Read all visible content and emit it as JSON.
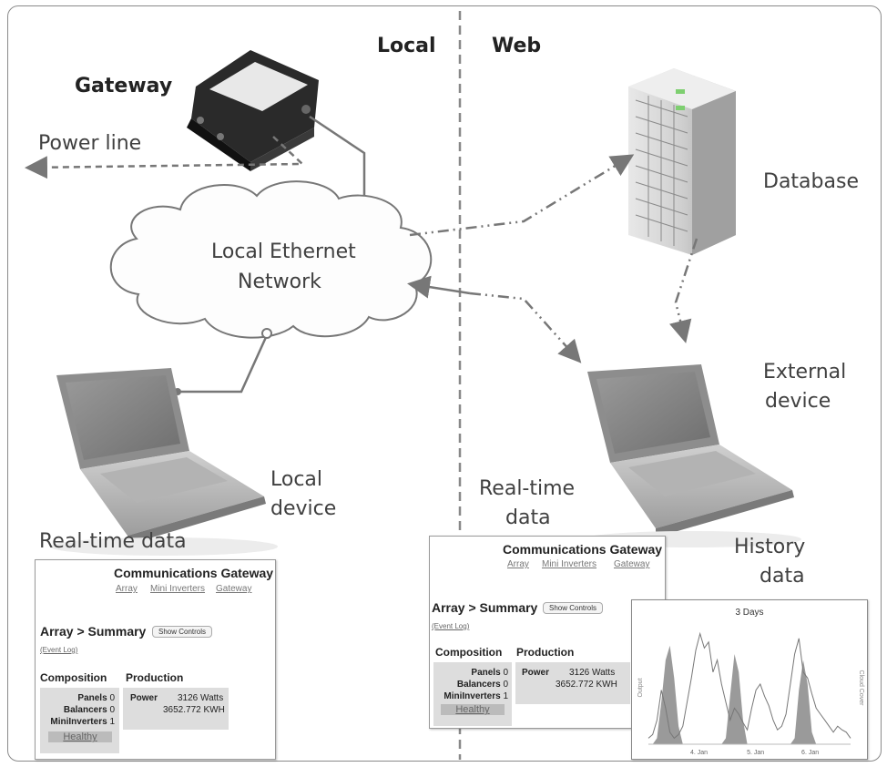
{
  "sections": {
    "local": "Local",
    "web": "Web"
  },
  "labels": {
    "gateway": "Gateway",
    "power_line": "Power line",
    "network_l1": "Local Ethernet",
    "network_l2": "Network",
    "database": "Database",
    "external_l1": "External",
    "external_l2": "device",
    "local_dev_l1": "Local",
    "local_dev_l2": "device",
    "realtime_left": "Real-time data",
    "realtime_right_l1": "Real-time",
    "realtime_right_l2": "data",
    "history_l1": "History",
    "history_l2": "data"
  },
  "gateway_screen": {
    "title": "Communications Gateway",
    "nav": [
      "Array",
      "Mini Inverters",
      "Gateway"
    ],
    "heading": "Array > Summary",
    "show_controls": "Show Controls",
    "event_log": "(Event Log)",
    "composition_heading": "Composition",
    "production_heading": "Production",
    "composition": [
      {
        "label": "Panels",
        "value": "0"
      },
      {
        "label": "Balancers",
        "value": "0"
      },
      {
        "label": "MiniInverters",
        "value": "1"
      }
    ],
    "status": "Healthy",
    "power_label": "Power",
    "power_value": "3126 Watts",
    "energy_value": "3652.772 KWH"
  },
  "chart_data": {
    "type": "area",
    "title": "3 Days",
    "ylabel": "Output",
    "ylabel_right": "Cloud Cover",
    "x_ticks": [
      "4. Jan",
      "5. Jan",
      "6. Jan"
    ],
    "series": [
      {
        "name": "Output",
        "values": [
          0,
          0,
          0.05,
          0.35,
          0.7,
          0.82,
          0.55,
          0.15,
          0,
          0,
          0,
          0,
          0,
          0,
          0,
          0,
          0,
          0,
          0.05,
          0.4,
          0.75,
          0.6,
          0.2,
          0,
          0,
          0,
          0,
          0,
          0,
          0,
          0,
          0,
          0,
          0,
          0.05,
          0.45,
          0.7,
          0.5,
          0.1,
          0,
          0,
          0,
          0,
          0,
          0,
          0,
          0,
          0
        ]
      },
      {
        "name": "Cloud Cover",
        "values": [
          0.05,
          0.08,
          0.2,
          0.45,
          0.3,
          0.1,
          0.05,
          0.08,
          0.15,
          0.35,
          0.55,
          0.78,
          0.92,
          0.8,
          0.85,
          0.6,
          0.7,
          0.5,
          0.35,
          0.2,
          0.3,
          0.25,
          0.18,
          0.12,
          0.3,
          0.45,
          0.5,
          0.4,
          0.32,
          0.2,
          0.12,
          0.15,
          0.25,
          0.5,
          0.75,
          0.88,
          0.6,
          0.55,
          0.42,
          0.3,
          0.25,
          0.2,
          0.15,
          0.1,
          0.15,
          0.12,
          0.1,
          0.05
        ]
      }
    ]
  }
}
